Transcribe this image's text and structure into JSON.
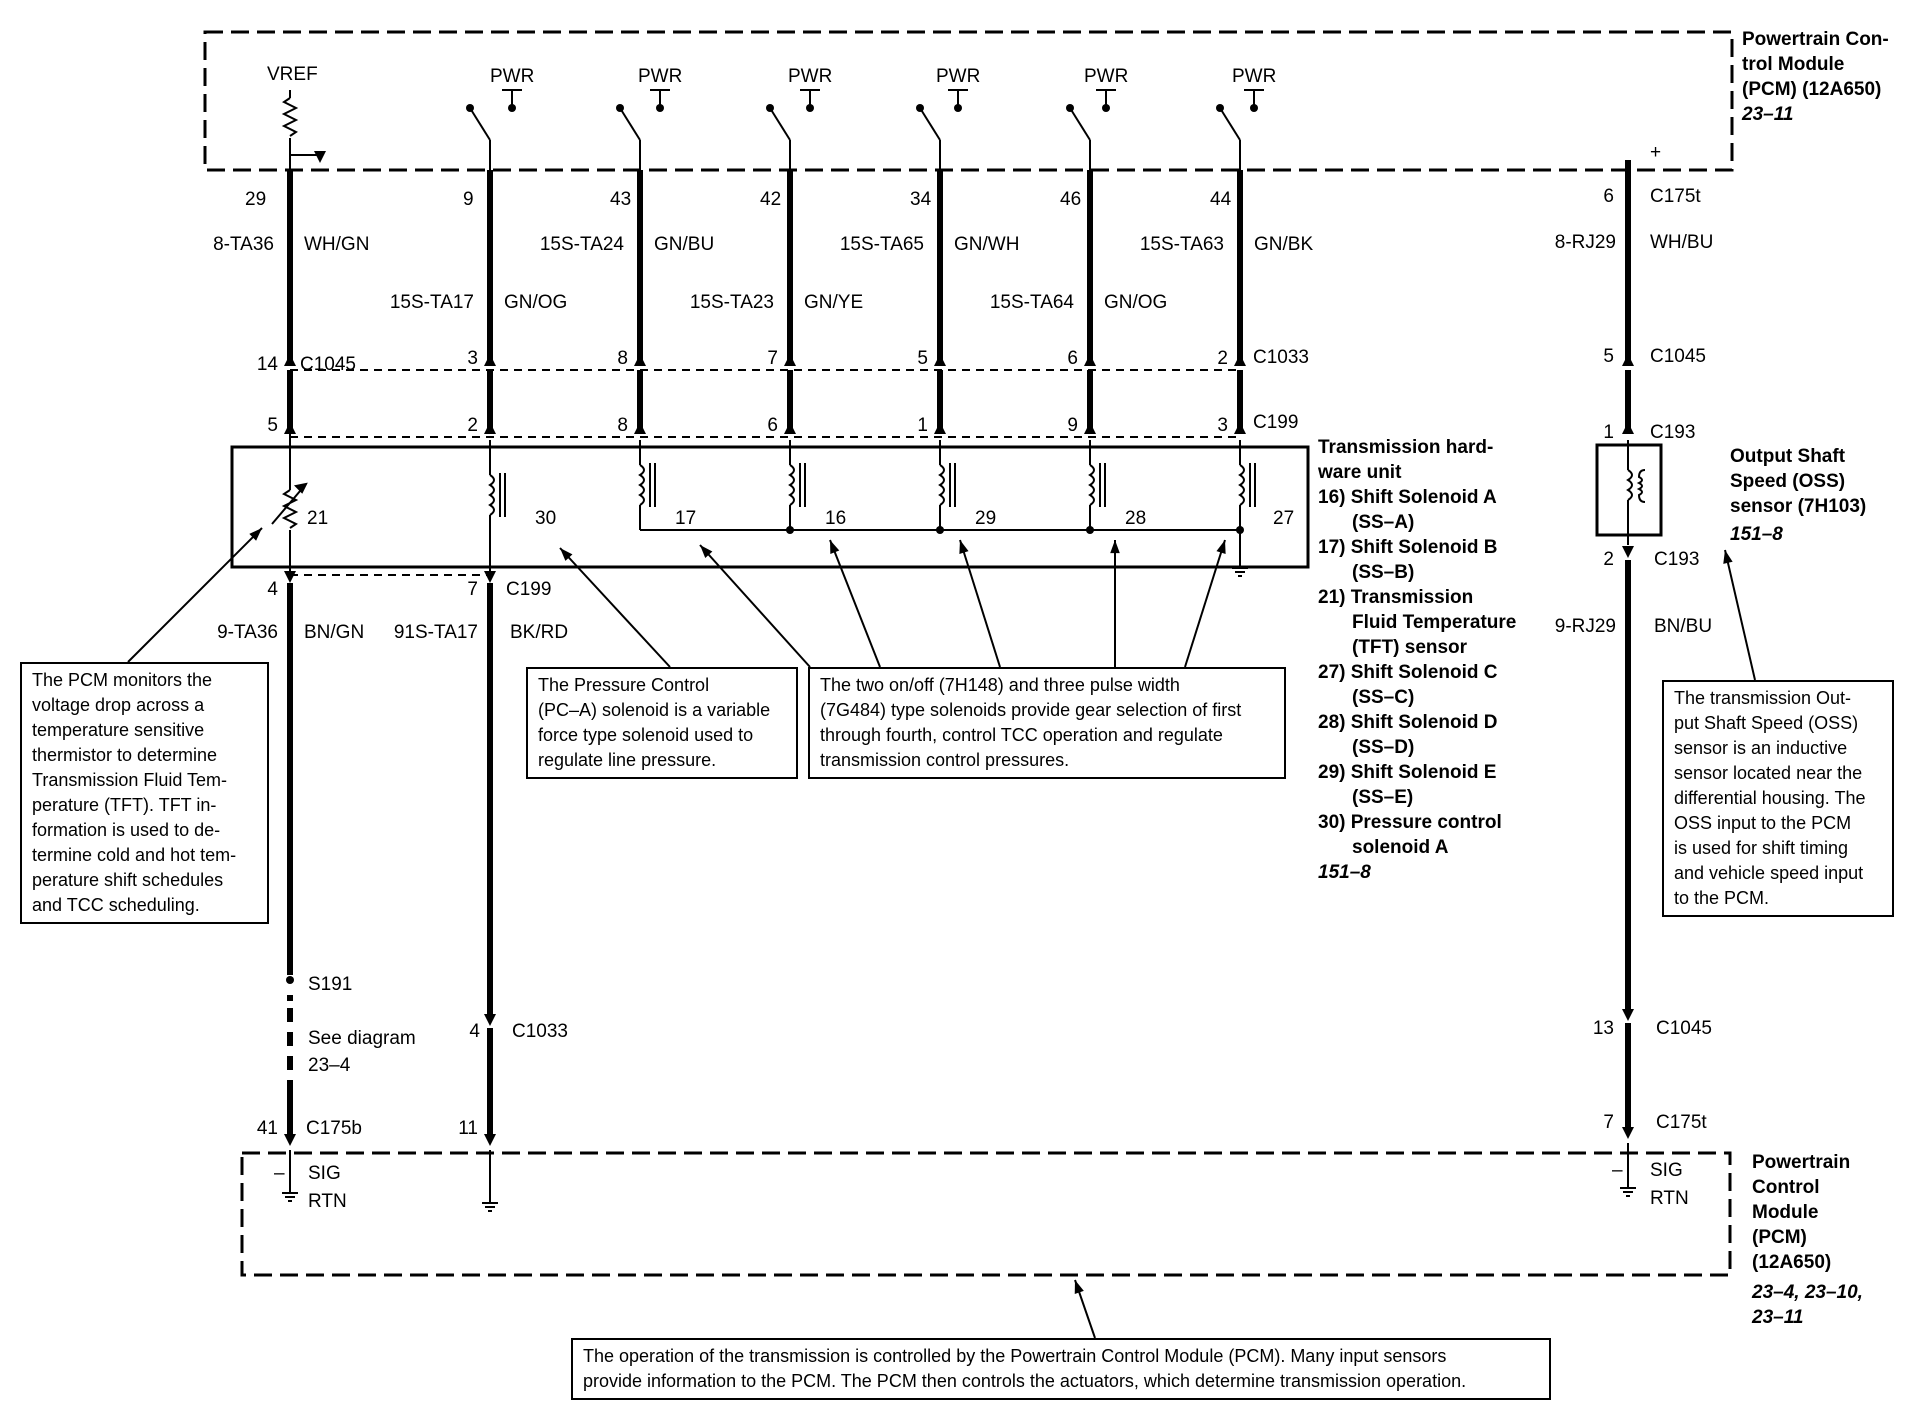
{
  "pcm_top": {
    "lines": [
      "Powertrain Con-",
      "trol Module",
      "(PCM) (12A650)"
    ],
    "ref": "23–11"
  },
  "pcm_bottom": {
    "lines": [
      "Powertrain",
      "Control",
      "Module",
      "(PCM)",
      "(12A650)"
    ],
    "refs": [
      "23–4, 23–10,",
      "23–11"
    ]
  },
  "vref_label": "VREF",
  "pwr_label": "PWR",
  "top_wires": [
    {
      "pin": "29",
      "circuit": "8-TA36",
      "color": "WH/GN",
      "c1045_pin": "14",
      "c199_pin": "5"
    },
    {
      "pin": "9",
      "circuit": "15S-TA17",
      "color": "GN/OG",
      "c1033_pin": "3",
      "c199_pin": "2"
    },
    {
      "pin": "43",
      "circuit": "15S-TA24",
      "color": "GN/BU",
      "c1033_pin": "8",
      "c199_pin": "8"
    },
    {
      "pin": "42",
      "circuit": "15S-TA23",
      "color": "GN/YE",
      "c1033_pin": "7",
      "c199_pin": "6"
    },
    {
      "pin": "34",
      "circuit": "15S-TA65",
      "color": "GN/WH",
      "c1033_pin": "5",
      "c199_pin": "1"
    },
    {
      "pin": "46",
      "circuit": "15S-TA64",
      "color": "GN/OG",
      "c1033_pin": "6",
      "c199_pin": "9"
    },
    {
      "pin": "44",
      "circuit": "15S-TA63",
      "color": "GN/BK",
      "c1033_pin": "2",
      "c199_pin": "3"
    }
  ],
  "connectors": {
    "c1045": "C1045",
    "c1033": "C1033",
    "c199": "C199",
    "c175t": "C175t",
    "c175b": "C175b",
    "c193": "C193",
    "s191": "S191"
  },
  "oss_wire": {
    "plus": "+",
    "pin": "6",
    "circuit": "8-RJ29",
    "color": "WH/BU",
    "c1045_pin": "5",
    "c193_pin_top": "1",
    "c193_pin_bottom": "2",
    "circuit_bottom": "9-RJ29",
    "color_bottom": "BN/BU",
    "c1045_pin_bottom": "13",
    "c175t_pin_bottom": "7"
  },
  "tft_bottom": {
    "c199_pin": "4",
    "circuit": "9-TA36",
    "color": "BN/GN",
    "see_diagram": [
      "See diagram",
      "23–4"
    ],
    "c175b_pin": "41"
  },
  "pc_bottom": {
    "c199_pin": "7",
    "circuit": "91S-TA17",
    "color": "BK/RD",
    "c1033_pin": "4",
    "pcm_pin": "11"
  },
  "sig_rtn": {
    "minus": "–",
    "sig": "SIG",
    "rtn": "RTN"
  },
  "solenoid_numbers": [
    "21",
    "30",
    "17",
    "16",
    "29",
    "28",
    "27"
  ],
  "thu_legend": {
    "title": [
      "Transmission hard-",
      "ware unit"
    ],
    "items": [
      [
        "16) Shift Solenoid A",
        "(SS–A)"
      ],
      [
        "17) Shift Solenoid B",
        "(SS–B)"
      ],
      [
        "21) Transmission",
        "Fluid Temperature",
        "(TFT) sensor"
      ],
      [
        "27) Shift Solenoid C",
        "(SS–C)"
      ],
      [
        "28) Shift Solenoid D",
        "(SS–D)"
      ],
      [
        "29) Shift Solenoid E",
        "(SS–E)"
      ],
      [
        "30) Pressure control",
        "solenoid A"
      ]
    ],
    "ref": "151–8"
  },
  "oss_label": {
    "lines": [
      "Output Shaft",
      "Speed (OSS)",
      "sensor (7H103)"
    ],
    "ref": "151–8"
  },
  "notes": {
    "tft": [
      "The PCM monitors the",
      "voltage drop across a",
      "temperature sensitive",
      "thermistor to determine",
      "Transmission Fluid Tem-",
      "perature (TFT). TFT in-",
      "formation is used to de-",
      "termine cold and hot tem-",
      "perature shift schedules",
      "and TCC scheduling."
    ],
    "pc": [
      "The Pressure Control",
      "(PC–A) solenoid is a variable",
      "force type solenoid used to",
      "regulate line pressure."
    ],
    "solenoids": [
      "The two on/off (7H148) and three pulse width",
      "(7G484) type solenoids provide gear selection of first",
      "through fourth, control TCC operation and regulate",
      "transmission control pressures."
    ],
    "oss": [
      "The transmission Out-",
      "put Shaft Speed (OSS)",
      "sensor is an inductive",
      "sensor located near the",
      "differential housing. The",
      "OSS input to the PCM",
      "is used for shift timing",
      "and vehicle speed input",
      "to the PCM."
    ],
    "bottom": [
      "The operation of the transmission is controlled by the Powertrain Control Module (PCM). Many input sensors",
      "provide information to the PCM. The PCM then controls the actuators, which determine transmission operation."
    ]
  }
}
